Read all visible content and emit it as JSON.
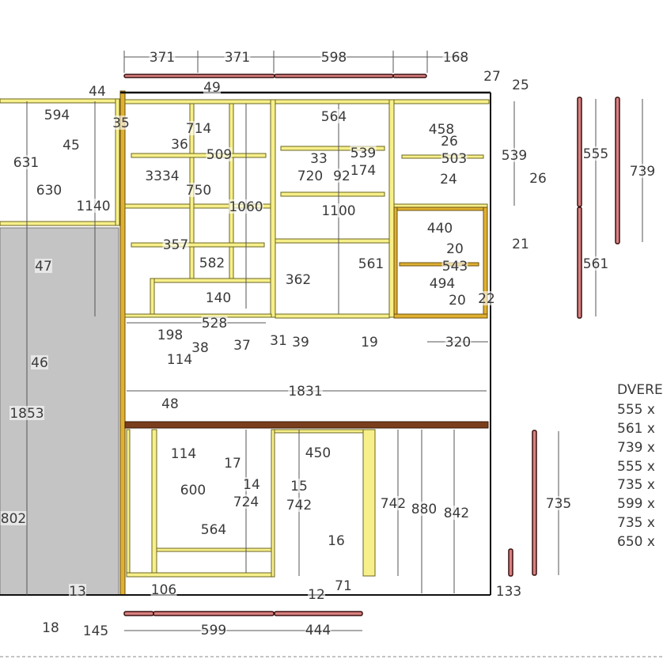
{
  "colors": {
    "panel": "#f7f08a",
    "frame": "#e0b030",
    "door": "#d98080",
    "countertop": "#7a3e1c",
    "wall": "#c4c4c4"
  },
  "labels": [
    "371",
    "371",
    "598",
    "168",
    "44",
    "49",
    "27",
    "25",
    "594",
    "35",
    "714",
    "564",
    "458",
    "45",
    "36",
    "509",
    "539",
    "26",
    "503",
    "539",
    "631",
    "33",
    "720",
    "92",
    "174",
    "26",
    "3334",
    "750",
    "24",
    "630",
    "1060",
    "1100",
    "1140",
    "440",
    "21",
    "20",
    "543",
    "47",
    "357",
    "582",
    "561",
    "555",
    "739",
    "561",
    "362",
    "494",
    "20",
    "22",
    "140",
    "528",
    "198",
    "38",
    "37",
    "31",
    "39",
    "19",
    "320",
    "114",
    "46",
    "1831",
    "48",
    "1853",
    "114",
    "17",
    "450",
    "600",
    "14",
    "724",
    "15",
    "742",
    "742",
    "880",
    "842",
    "735",
    "802",
    "564",
    "16",
    "13",
    "106",
    "12",
    "71",
    "133",
    "18",
    "145",
    "599",
    "444"
  ],
  "door_list": {
    "title": "DVERE",
    "items": [
      "555 x",
      "561 x",
      "739 x",
      "555 x",
      "735 x",
      "599 x",
      "735 x",
      "650 x"
    ]
  }
}
